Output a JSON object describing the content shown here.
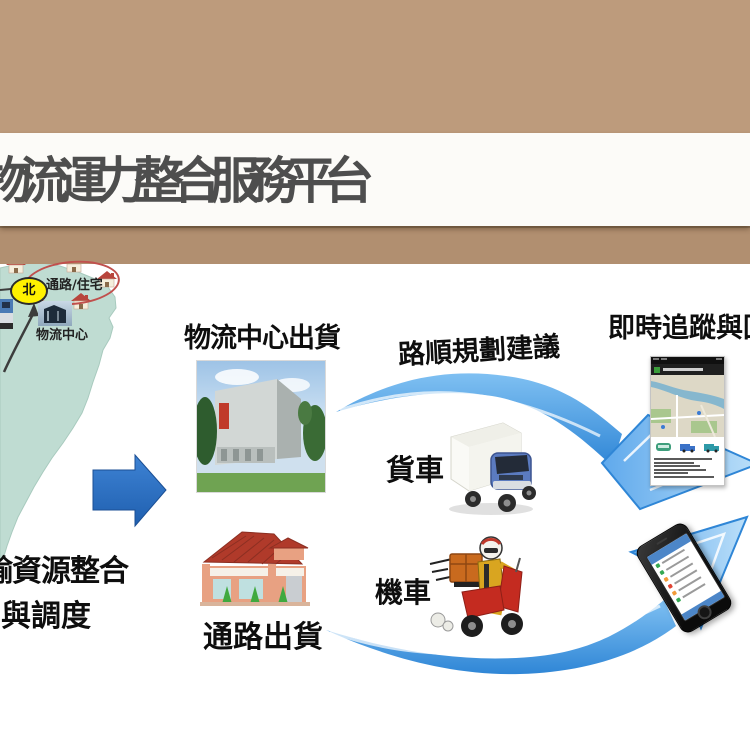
{
  "title": "物流運力整合服務平台",
  "map": {
    "north": "北",
    "channel_housing": "通路/住宅",
    "logistics_center": "物流中心"
  },
  "caption": {
    "line1": "輸資源整合",
    "line2": "與調度"
  },
  "labels": {
    "dc_ship": "物流中心出貨",
    "route_plan": "路順規劃建議",
    "tracking": "即時追蹤與回",
    "truck": "貨車",
    "scooter": "機車",
    "channel_ship": "通路出貨"
  },
  "app_screenshot": {
    "vehicle_icons": [
      "bus-green-icon",
      "truck-blue-icon",
      "truck-teal-icon"
    ],
    "info_line_count": 6
  },
  "phone": {
    "row_colors": [
      "#35A853",
      "#35A853",
      "#F29B38",
      "#E04434",
      "#F29B38",
      "#35A853"
    ]
  },
  "colors": {
    "background_brown": "#BD9B7C",
    "divider_brown": "#B18F70",
    "title_gray": "#4E4E4E",
    "block_arrow_blue": "#2E74C6",
    "swoosh_blue": "#3D96E8",
    "taiwan_map_green": "#BFDCD2",
    "highlight_red": "#C0504D",
    "north_yellow": "#FFF100"
  }
}
